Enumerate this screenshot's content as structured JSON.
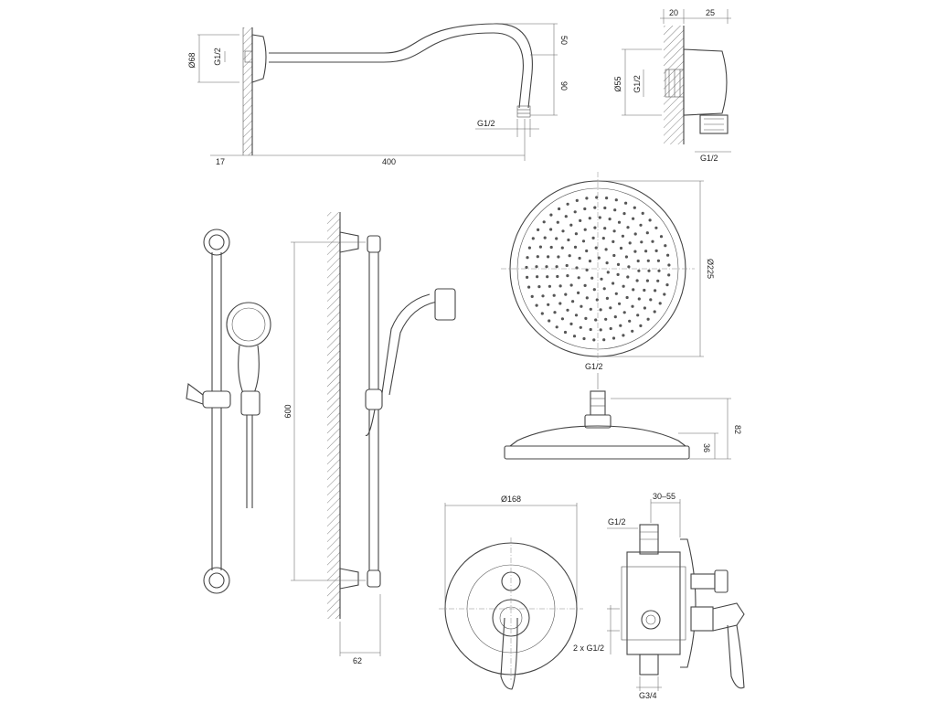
{
  "dimensions": {
    "arm_flange_dia": "Ø68",
    "arm_thread": "G1/2",
    "arm_rise": "50",
    "arm_drop": "90",
    "arm_outlet_thread": "G1/2",
    "arm_wall_offset": "17",
    "arm_length": "400",
    "elbow_wall": "20",
    "elbow_depth": "25",
    "elbow_dia": "Ø55",
    "elbow_thread": "G1/2",
    "elbow_outlet_thread": "G1/2",
    "rail_height": "600",
    "rail_projection": "62",
    "head_dia": "Ø225",
    "head_inlet": "G1/2",
    "head_height": "82",
    "head_rim": "36",
    "plate_dia": "Ø168",
    "valve_depth": "30–55",
    "valve_top_thread": "G1/2",
    "valve_side_threads": "2 x G1/2",
    "valve_bottom_thread": "G3/4"
  }
}
